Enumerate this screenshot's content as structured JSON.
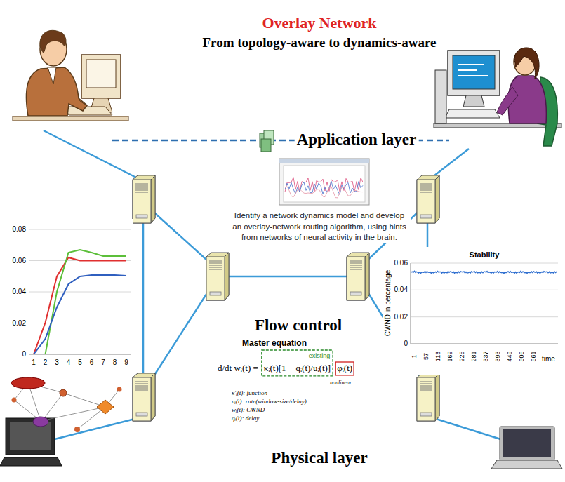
{
  "diagram": {
    "title": "Overlay Network",
    "labels": [
      "From topology-aware to dynamics-aware",
      "Application layer",
      "Identify a network dynamics model and develop an overlay-network routing algorithm, using hints from networks of neural activity in the brain.",
      "0.08",
      "0.06",
      "0.04",
      "0.02",
      "0",
      "1",
      "2",
      "3",
      "4",
      "5",
      "6",
      "7",
      "8",
      "9",
      "Stability",
      "0.06",
      "0.04",
      "0.02",
      "0",
      "CWND in percentage",
      "1",
      "57",
      "113",
      "169",
      "225",
      "281",
      "337",
      "393",
      "449",
      "505",
      "561",
      "time",
      "Flow control",
      "Master equation",
      "existing",
      "d/dt wᵢ(t) =",
      "κᵢ(t)[1 − qᵢ(t)/uᵢ(t)]",
      "φᵢ(t)",
      "nonlinear",
      "κ'ᵢ(t): function",
      "uᵢ(t): rate(window-size/delay)",
      "wᵢ(t): CWND",
      "qᵢ(t): delay",
      "Physical layer"
    ]
  }
}
